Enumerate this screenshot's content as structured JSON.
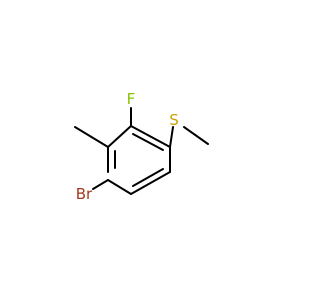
{
  "molecule": {
    "atoms": {
      "fluorine": {
        "symbol": "F",
        "color": "#87C400"
      },
      "sulfur": {
        "symbol": "S",
        "color": "#C9A400"
      },
      "bromine": {
        "symbol": "Br",
        "color": "#A5391E"
      }
    },
    "bond_color": "#000000",
    "background": "#ffffff"
  }
}
